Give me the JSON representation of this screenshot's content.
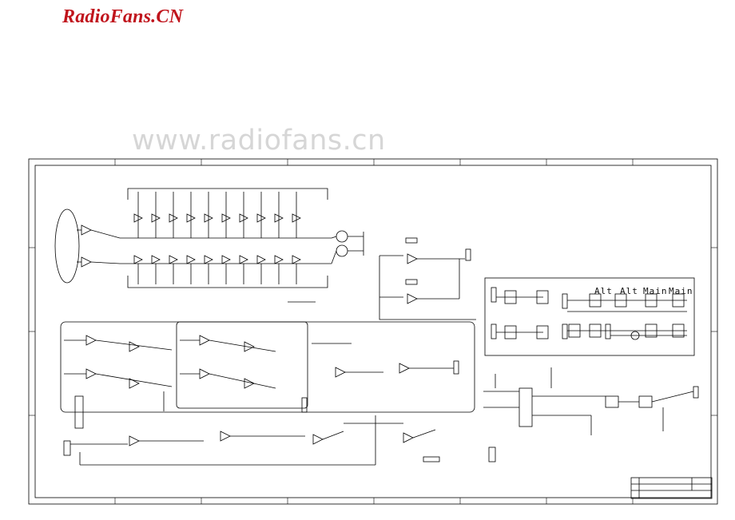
{
  "brand": {
    "title": "RadioFans.CN"
  },
  "watermark": {
    "text": "www.radiofans.cn"
  },
  "output_labels": [
    "Alt",
    "Alt",
    "Main",
    "Main"
  ],
  "colors": {
    "brand": "#c0141c",
    "watermark": "#d6d6d6",
    "line": "#000000"
  }
}
